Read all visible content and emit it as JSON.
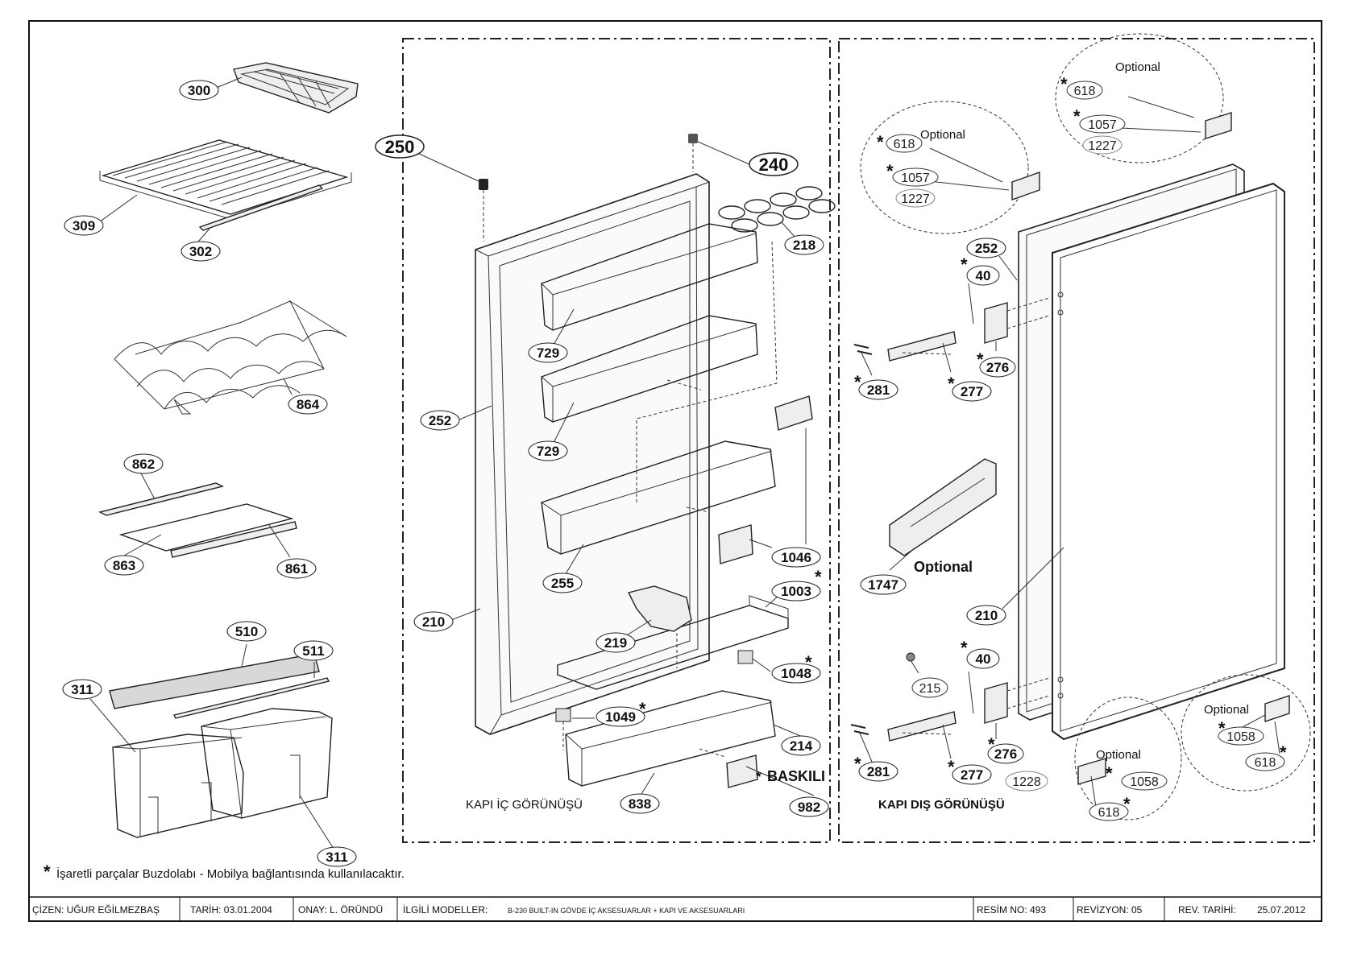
{
  "labels": {
    "l300": "300",
    "l309": "309",
    "l302": "302",
    "l864": "864",
    "l862": "862",
    "l863": "863",
    "l861": "861",
    "l510": "510",
    "l511": "511",
    "l311a": "311",
    "l311b": "311",
    "l250": "250",
    "l240": "240",
    "l218": "218",
    "l729a": "729",
    "l729b": "729",
    "l252a": "252",
    "l255": "255",
    "l1046": "1046",
    "l1003": "1003",
    "l210a": "210",
    "l219": "219",
    "l1048": "1048",
    "l1049": "1049",
    "l214": "214",
    "l838": "838",
    "l982": "982",
    "l618a": "618",
    "l1057a": "1057",
    "l1227a": "1227",
    "l618b": "618",
    "l1057b": "1057",
    "l1227b": "1227",
    "l252b": "252",
    "l40a": "40",
    "l276a": "276",
    "l281a": "281",
    "l277a": "277",
    "l1747": "1747",
    "l210b": "210",
    "l40b": "40",
    "l215": "215",
    "l281b": "281",
    "l277b": "277",
    "l276b": "276",
    "l1228": "1228",
    "l1058a": "1058",
    "l618c": "618",
    "l1058b": "1058",
    "l618d": "618"
  },
  "texts": {
    "optional1": "Optional",
    "optional2": "Optional",
    "optional3": "Optional",
    "optional4": "Optional",
    "optional5": "Optional",
    "baskili": "BASKILI",
    "kapi_ic": "KAPI İÇ GÖRÜNÜŞÜ",
    "kapi_dis": "KAPI  DIŞ GÖRÜNÜŞÜ",
    "asterisk": "*",
    "note": "İşaretli parçalar Buzdolabı - Mobilya bağlantısında kullanılacaktır."
  },
  "title_block": {
    "cizen": "ÇİZEN: UĞUR EĞİLMEZBAŞ",
    "tarih": "TARİH: 03.01.2004",
    "onay": "ONAY: L. ÖRÜNDÜ",
    "ilgili": "İLGİLİ MODELLER:",
    "modeller": "B-230 BUILT-IN GÖVDE İÇ AKSESUARLAR + KAPI VE AKSESUARLARI",
    "resim": "RESİM NO: 493",
    "revizyon": "REVİZYON: 05",
    "rev_tarihi": "REV. TARİHİ:",
    "rev_date": "25.07.2012"
  }
}
